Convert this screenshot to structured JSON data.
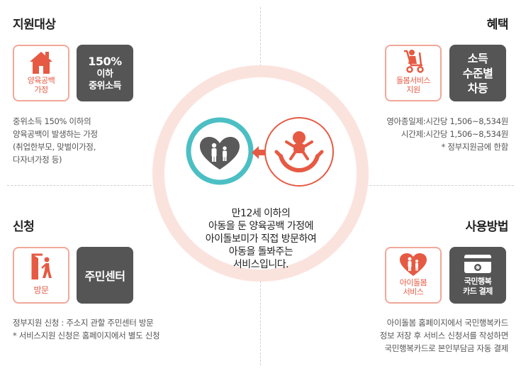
{
  "sections": {
    "target": {
      "title": "지원대상",
      "icon_label": [
        "양육공백",
        "가정"
      ],
      "box_lines": [
        "150%",
        "이하",
        "중위소득"
      ],
      "desc": [
        "중위소득 150% 이하의",
        "양육공백이 발생하는 가정",
        "(취업한부모, 맞벌이가정,",
        "다자녀가정 등)"
      ]
    },
    "benefit": {
      "title": "혜택",
      "icon_label": [
        "돌봄서비스",
        "지원"
      ],
      "box_lines": [
        "소득",
        "수준별",
        "차등"
      ],
      "desc": [
        "영아종일제:시간당 1,506~8,534원",
        "시간제:시간당 1,506~8,534원",
        "* 정부지원금에 한함"
      ]
    },
    "apply": {
      "title": "신청",
      "icon_label": [
        "방문"
      ],
      "box_lines": [
        "주민센터"
      ],
      "desc": [
        "정부지원 신청 : 주소지 관할 주민센터 방문",
        "* 서비스지원 신청은 홈페이지에서 별도 신청"
      ]
    },
    "usage": {
      "title": "사용방법",
      "icon_label": [
        "아이돌봄",
        "서비스"
      ],
      "box_lines": [
        "국민행복",
        "카드 결제"
      ],
      "desc": [
        "아이돌봄 홈페이지에서 국민행복카드",
        "정보 저장 후 서비스 신청서를 작성하면",
        "국민행복카드로 본인부담금 자동 결제"
      ]
    }
  },
  "center": {
    "lines": [
      "만12세 이하의",
      "아동을 둔 양육공백 가정에",
      "아이돌보미가 직접 방문하여",
      "아동을 돌봐주는",
      "서비스입니다."
    ]
  },
  "colors": {
    "accent": "#e65a43",
    "pink_border": "#f1a89a",
    "dark_box": "#555555",
    "teal": "#4bbfc4",
    "circle_bg": "#fbe3dd"
  },
  "icons": [
    "house-icon",
    "stroller-icon",
    "door-person-icon",
    "heart-family-icon",
    "card-icon",
    "heart-parents-icon",
    "baby-hands-icon",
    "arrow-left-icon"
  ]
}
